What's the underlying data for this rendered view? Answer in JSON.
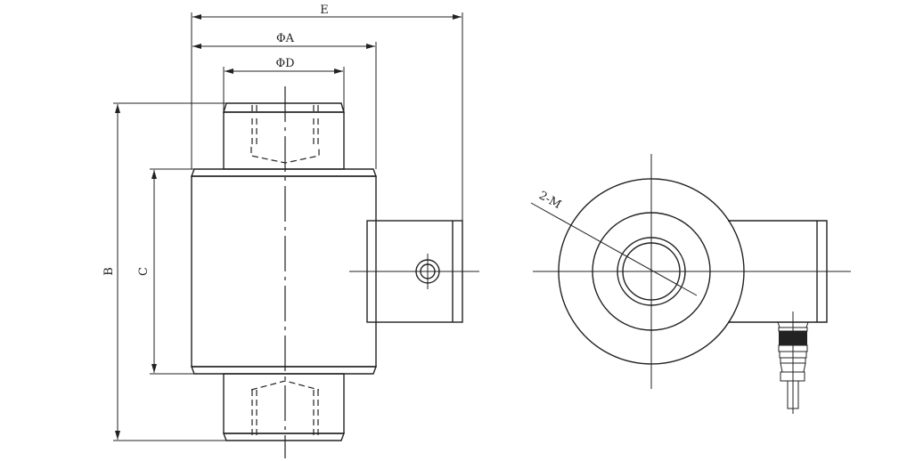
{
  "labels": {
    "E": "E",
    "phi_a": "ΦA",
    "phi_d": "ΦD",
    "B": "B",
    "C": "C",
    "thread": "2-M"
  },
  "colors": {
    "line": "#222222",
    "background": "#ffffff"
  }
}
